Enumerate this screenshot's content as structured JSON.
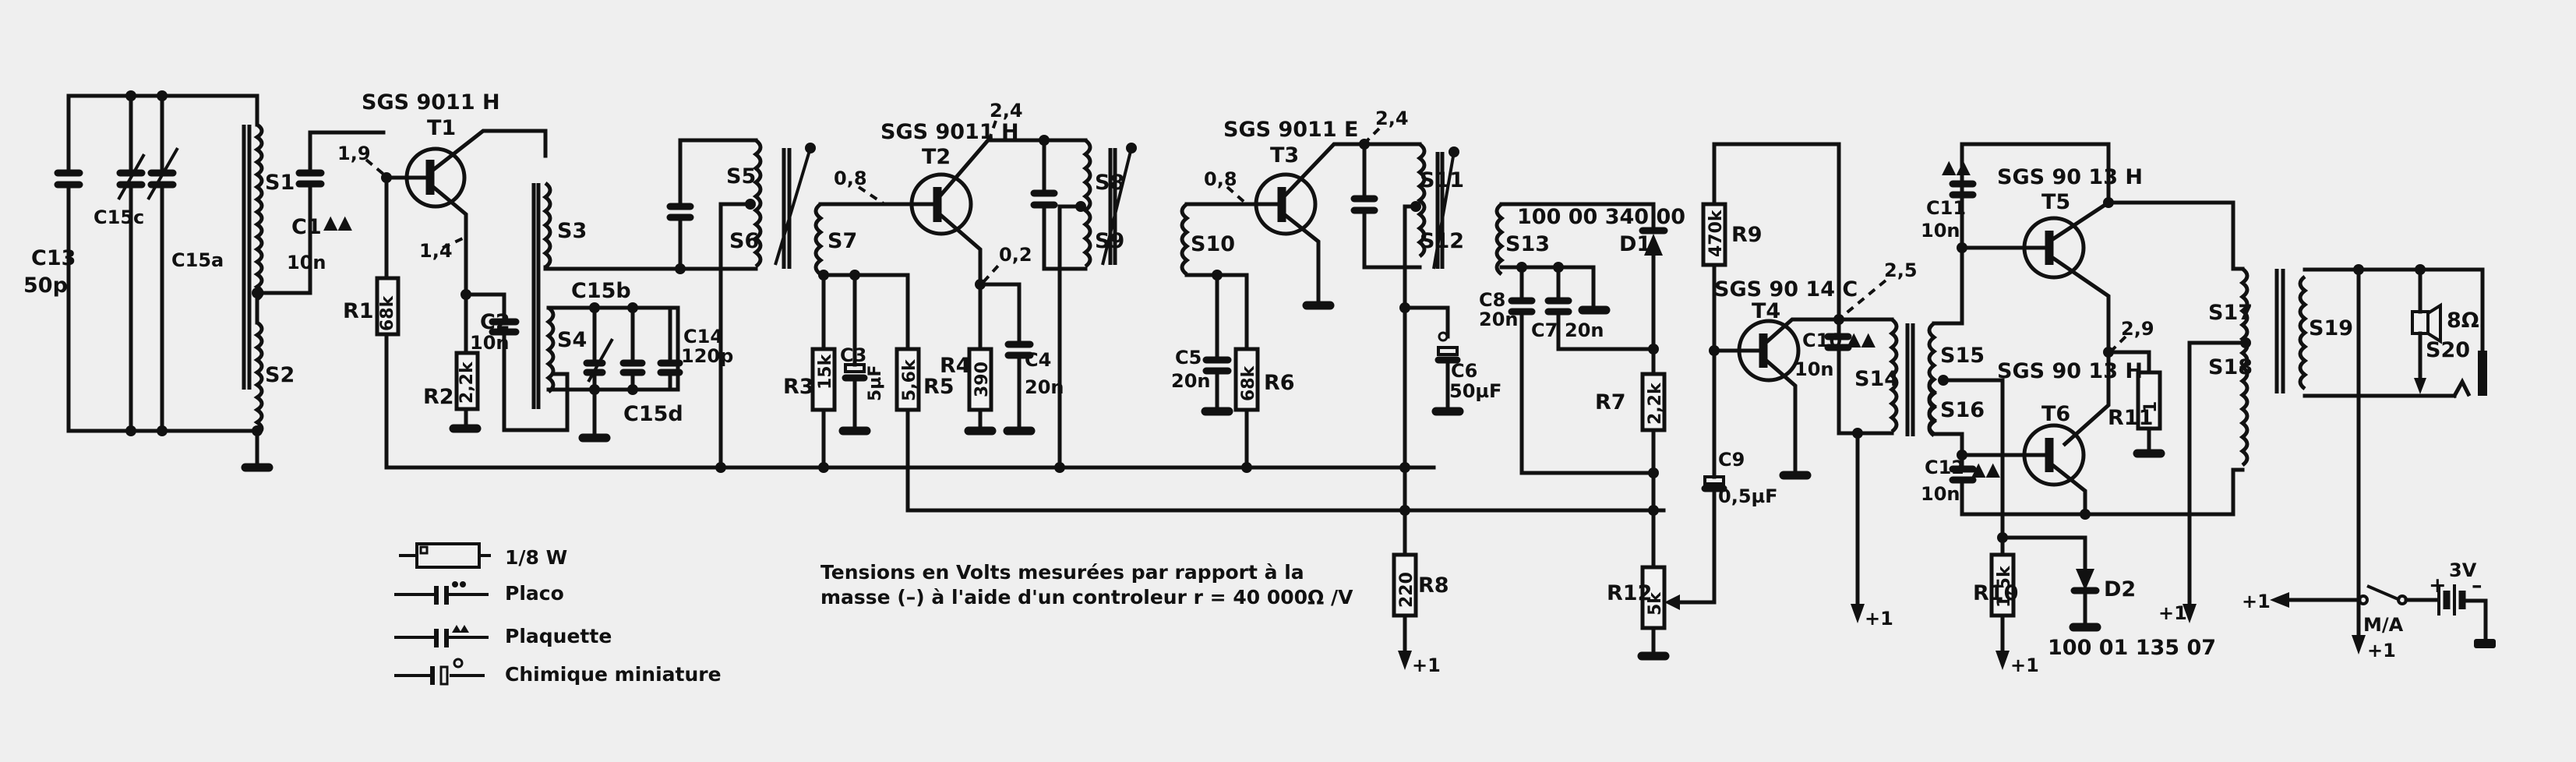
{
  "schematic": {
    "type": "transistor radio receiver schematic",
    "transistors": [
      {
        "ref": "T1",
        "part": "SGS 9011 H"
      },
      {
        "ref": "T2",
        "part": "SGS 9011 H"
      },
      {
        "ref": "T3",
        "part": "SGS 9011 E"
      },
      {
        "ref": "T4",
        "part": "SGS 90 14 C"
      },
      {
        "ref": "T5",
        "part": "SGS 90 13 H"
      },
      {
        "ref": "T6",
        "part": "SGS 90 13 H"
      }
    ],
    "resistors": [
      {
        "ref": "R1",
        "value": "68k"
      },
      {
        "ref": "R2",
        "value": "2,2k"
      },
      {
        "ref": "R3",
        "value": "15k"
      },
      {
        "ref": "R4",
        "value": "390"
      },
      {
        "ref": "R5",
        "value": "5,6k"
      },
      {
        "ref": "R6",
        "value": "68k"
      },
      {
        "ref": "R7",
        "value": "2,2k"
      },
      {
        "ref": "R8",
        "value": "220"
      },
      {
        "ref": "R9",
        "value": "470k"
      },
      {
        "ref": "R10",
        "value": "1,5k"
      },
      {
        "ref": "R11",
        "value": "1"
      },
      {
        "ref": "R12",
        "value": "5k"
      }
    ],
    "capacitors": [
      {
        "ref": "C1",
        "value": "10n"
      },
      {
        "ref": "C2",
        "value": "10n"
      },
      {
        "ref": "C3",
        "value": "5µF"
      },
      {
        "ref": "C4",
        "value": "20n"
      },
      {
        "ref": "C5",
        "value": "20n"
      },
      {
        "ref": "C6",
        "value": "50µF"
      },
      {
        "ref": "C7",
        "value": "20n"
      },
      {
        "ref": "C8",
        "value": "20n"
      },
      {
        "ref": "C9",
        "value": "0,5µF"
      },
      {
        "ref": "C10",
        "value": "10n"
      },
      {
        "ref": "C11",
        "value": "10n"
      },
      {
        "ref": "C12",
        "value": "10n"
      },
      {
        "ref": "C13",
        "value": "50p"
      },
      {
        "ref": "C14",
        "value": "120p"
      },
      {
        "ref": "C15a",
        "value": ""
      },
      {
        "ref": "C15b",
        "value": ""
      },
      {
        "ref": "C15c",
        "value": ""
      },
      {
        "ref": "C15d",
        "value": ""
      }
    ],
    "windings": [
      "S1",
      "S2",
      "S3",
      "S4",
      "S5",
      "S6",
      "S7",
      "S8",
      "S9",
      "S10",
      "S11",
      "S12",
      "S13",
      "S14",
      "S15",
      "S16",
      "S17",
      "S18",
      "S19",
      "S20"
    ],
    "diodes": [
      {
        "ref": "D1",
        "part": "100 00 340 00"
      },
      {
        "ref": "D2",
        "part": "100 01 135 07"
      }
    ],
    "voltages": {
      "t1_base": "1,9",
      "t1_emitter": "1,4",
      "t2_base": "0,8",
      "t2_collector": "2,4",
      "t2_emitter": "0,2",
      "t3_base": "0,8",
      "t3_collector": "2,4",
      "t4_collector": "2,5",
      "output_mid": "2,9"
    },
    "speaker": {
      "ref": "S20",
      "impedance": "8Ω"
    },
    "supply": {
      "voltage": "3V",
      "plus": "+",
      "minus": "–",
      "switch": "M/A",
      "rail": "+1"
    },
    "note_line1": "Tensions en Volts mesurées par rapport à la",
    "note_line2": "masse (–) à l'aide d'un controleur  r = 40 000Ω /V",
    "legend": [
      {
        "symbol": "resistor",
        "label": "1/8 W"
      },
      {
        "symbol": "capacitor-placo",
        "label": "Placo"
      },
      {
        "symbol": "capacitor-plaquette",
        "label": "Plaquette"
      },
      {
        "symbol": "capacitor-chimique",
        "label": "Chimique miniature"
      }
    ]
  }
}
